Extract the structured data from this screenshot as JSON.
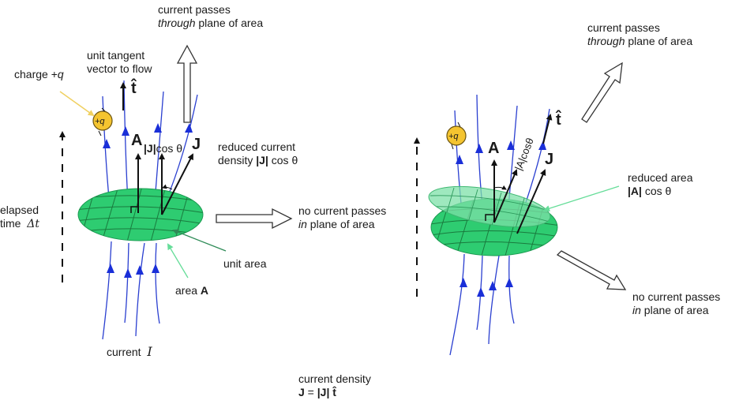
{
  "colors": {
    "flow_line": "#2a3fd0",
    "flow_arrowhead": "#1a2fd8",
    "area_fill": "#2ecc71",
    "area_fill_reduced": "#7ee0a8",
    "area_grid": "#1a7a3e",
    "charge_fill": "#f4c430",
    "charge_stroke": "#6b5410",
    "pointer_yellow": "#f0d060",
    "pointer_green_dark": "#2e8b57",
    "pointer_green_light": "#66dd99",
    "vector": "#111111",
    "hollow_arrow_stroke": "#333333"
  },
  "left_panel": {
    "through_label_line1": "current passes",
    "through_label_italic": "through",
    "through_label_rest": " plane of area",
    "unit_tangent_line1": "unit tangent",
    "unit_tangent_line2": "vector to flow",
    "charge_label_prefix": "charge +",
    "charge_label_var": "q",
    "charge_symbol": "+q",
    "t_hat": "t̂",
    "vector_A": "A",
    "vector_J": "J",
    "jcos_label_bold": "|J|",
    "jcos_label_rest": "cos θ",
    "reduced_current_line1": "reduced current",
    "reduced_current_line2_prefix": "density ",
    "reduced_current_line2_bold": "|J|",
    "reduced_current_line2_rest": " cos θ",
    "elapsed_line1": "elapsed",
    "elapsed_line2": "time",
    "elapsed_symbol": "Δt",
    "in_plane_line1": "no current passes",
    "in_plane_italic": "in",
    "in_plane_rest": " plane of area",
    "unit_area": "unit area",
    "area_label_prefix": "area ",
    "area_label_bold": "A",
    "current_label": "current",
    "current_symbol": "I"
  },
  "right_panel": {
    "through_label_line1": "current passes",
    "through_label_italic": "through",
    "through_label_rest": " plane of area",
    "charge_symbol": "+q",
    "t_hat": "t̂",
    "vector_A": "A",
    "vector_J": "J",
    "acos_label": "|A|cosθ",
    "reduced_area_line1": "reduced area",
    "reduced_area_bold": "|A|",
    "reduced_area_rest": " cos θ",
    "in_plane_line1": "no current passes",
    "in_plane_italic": "in",
    "in_plane_rest": " plane of area"
  },
  "footer": {
    "density_line1": "current density",
    "density_eq_bold_J": "J",
    "density_eq_mid": " = ",
    "density_eq_bold_absJ": "|J|",
    "density_eq_t": " t̂"
  }
}
